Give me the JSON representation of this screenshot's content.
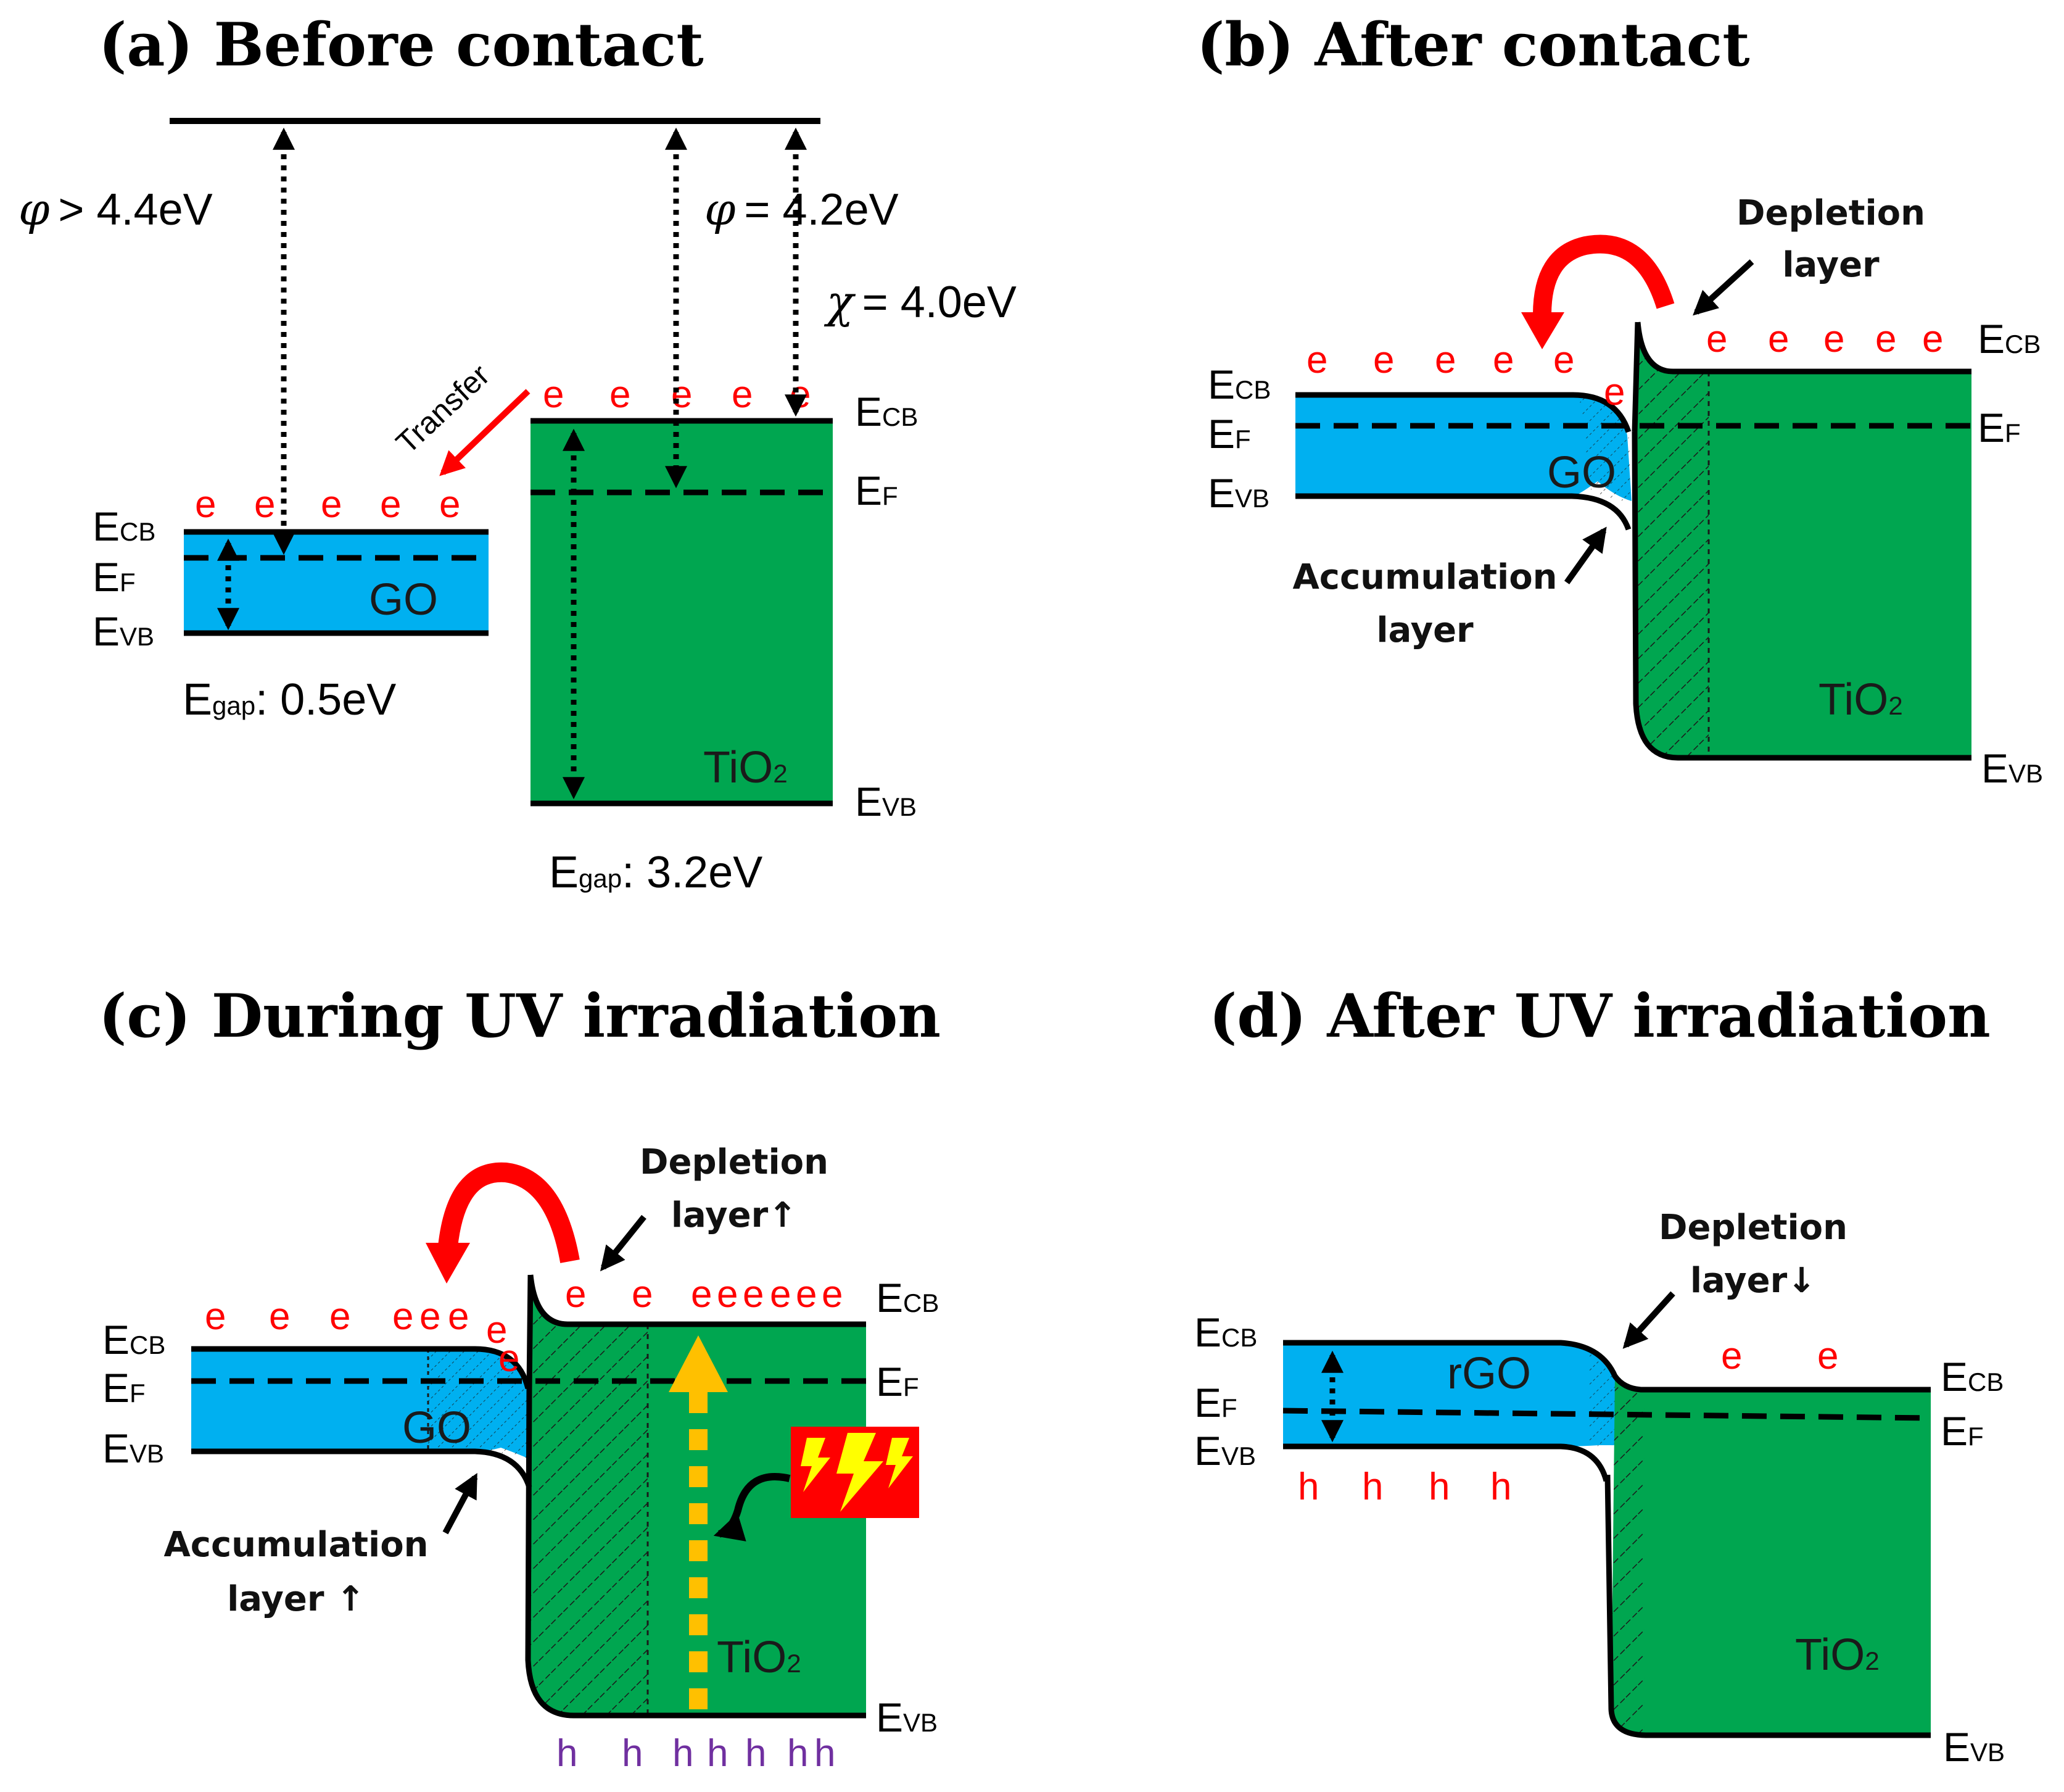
{
  "panels": {
    "a": {
      "title": "(a) Before contact",
      "phi_go": "> 4.4eV",
      "phi_tio2": "= 4.2eV",
      "chi": "= 4.0eV",
      "phi_symbol": "φ",
      "chi_symbol": "χ",
      "transfer": "Transfer",
      "go_label": "GO",
      "tio2_label": "TiO",
      "tio2_sub": "2",
      "egap_go": ": 0.5eV",
      "egap_tio2": ": 3.2eV",
      "egap_main": "E",
      "egap_sub": "gap"
    },
    "b": {
      "title": "(b) After contact",
      "depletion_1": "Depletion",
      "depletion_2": "layer",
      "accumulation_1": "Accumulation",
      "accumulation_2": "layer",
      "go_label": "GO",
      "tio2_label": "TiO",
      "tio2_sub": "2"
    },
    "c": {
      "title": "(c) During UV irradiation",
      "depletion_1": "Depletion",
      "depletion_2": "layer↑",
      "accumulation_1": "Accumulation",
      "accumulation_2": "layer ↑",
      "go_label": "GO",
      "tio2_label": "TiO",
      "tio2_sub": "2"
    },
    "d": {
      "title": "(d) After UV irradiation",
      "depletion_1": "Depletion",
      "depletion_2": "layer↓",
      "rgo_label": "rGO",
      "tio2_label": "TiO",
      "tio2_sub": "2"
    }
  },
  "level_labels": {
    "E": "E",
    "cb": "CB",
    "f": "F",
    "vb": "VB"
  },
  "carriers": {
    "electron": "e",
    "hole": "h"
  },
  "colors": {
    "go_band": "#00b0f0",
    "tio2_band": "#00a650",
    "electron": "#ff0000",
    "hole_purple": "#7030a0",
    "transfer_arrow": "#ff0000",
    "uv_arrow": "#ffc000",
    "uv_box": "#ff0000",
    "lightning": "#ffff00"
  },
  "icons": {
    "uv_source": "lightning-icon",
    "electron_transfer": "curved-arrow-icon"
  }
}
